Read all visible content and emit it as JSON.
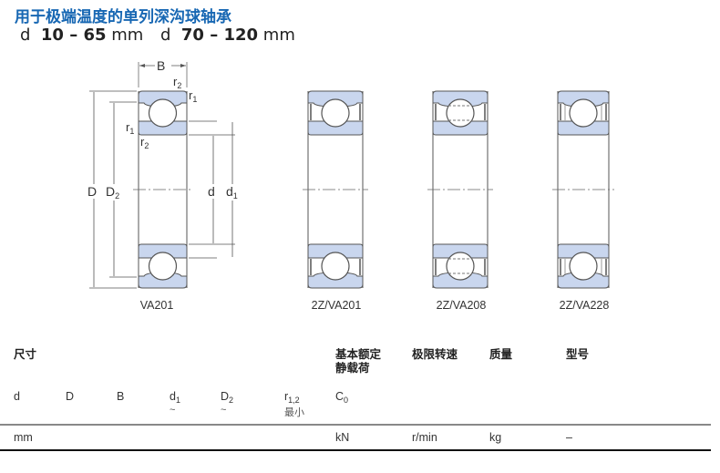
{
  "header": {
    "title": "用于极端温度的单列深沟球轴承",
    "range1": {
      "d": "d",
      "value": "10 – 65",
      "unit": "mm"
    },
    "range2": {
      "d": "d",
      "value": "70 – 120",
      "unit": "mm"
    }
  },
  "diagram": {
    "labels": {
      "B": "B",
      "D": "D",
      "D2": "D",
      "D2_sub": "2",
      "d": "d",
      "d1": "d",
      "d1_sub": "1",
      "r": "r",
      "sub1": "1",
      "sub2": "2"
    },
    "bearings": [
      {
        "designation": "VA201"
      },
      {
        "designation": "2Z/VA201"
      },
      {
        "designation": "2Z/VA208"
      },
      {
        "designation": "2Z/VA228"
      }
    ],
    "colors": {
      "ring": "#c9d6ee",
      "outline": "#555555"
    }
  },
  "table": {
    "groups": {
      "dimensions": "尺寸",
      "load_line1": "基本额定",
      "load_line2": "静载荷",
      "speed": "极限转速",
      "mass": "质量",
      "designation": "型号"
    },
    "columns": [
      {
        "sym": "d",
        "sub": "",
        "note": ""
      },
      {
        "sym": "D",
        "sub": "",
        "note": ""
      },
      {
        "sym": "B",
        "sub": "",
        "note": ""
      },
      {
        "sym": "d",
        "sub": "1",
        "note": "~"
      },
      {
        "sym": "D",
        "sub": "2",
        "note": "~"
      },
      {
        "sym": "r",
        "sub": "1,2",
        "note": "最小"
      },
      {
        "sym": "C",
        "sub": "0",
        "note": ""
      }
    ],
    "units": {
      "dims": "mm",
      "load": "kN",
      "speed": "r/min",
      "mass": "kg",
      "designation": "–"
    }
  }
}
